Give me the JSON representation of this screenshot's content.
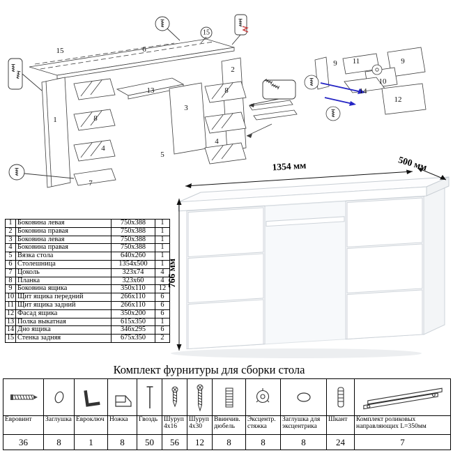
{
  "dimensions": {
    "width": "1354 мм",
    "depth": "500 мм",
    "height": "766 мм"
  },
  "exploded_labels": [
    "15",
    "6",
    "15",
    "2",
    "1",
    "8",
    "4",
    "13",
    "3",
    "8",
    "4",
    "7",
    "5"
  ],
  "drawer_labels": [
    "9",
    "11",
    "9",
    "10",
    "14",
    "12"
  ],
  "parts_table": {
    "rows": [
      {
        "num": "1",
        "name": "Боковина левая",
        "size": "750x388",
        "qty": "1"
      },
      {
        "num": "2",
        "name": "Боковина правая",
        "size": "750x388",
        "qty": "1"
      },
      {
        "num": "3",
        "name": "Боковина левая",
        "size": "750x388",
        "qty": "1"
      },
      {
        "num": "4",
        "name": "Боковина правая",
        "size": "750x388",
        "qty": "1"
      },
      {
        "num": "5",
        "name": "Вязка стола",
        "size": "640x260",
        "qty": "1"
      },
      {
        "num": "6",
        "name": "Столешница",
        "size": "1354x500",
        "qty": "1"
      },
      {
        "num": "7",
        "name": "Цоколь",
        "size": "323x74",
        "qty": "4"
      },
      {
        "num": "8",
        "name": "Планка",
        "size": "323x60",
        "qty": "4"
      },
      {
        "num": "9",
        "name": "Боковина ящика",
        "size": "350x110",
        "qty": "12"
      },
      {
        "num": "10",
        "name": "Щит ящика передний",
        "size": "266x110",
        "qty": "6"
      },
      {
        "num": "11",
        "name": "Щит ящика задний",
        "size": "266x110",
        "qty": "6"
      },
      {
        "num": "12",
        "name": "Фасад ящика",
        "size": "350x200",
        "qty": "6"
      },
      {
        "num": "13",
        "name": "Полка выкатная",
        "size": "615x350",
        "qty": "1"
      },
      {
        "num": "14",
        "name": "Дно ящика",
        "size": "346x295",
        "qty": "6"
      },
      {
        "num": "15",
        "name": "Стенка задняя",
        "size": "675x350",
        "qty": "2"
      }
    ]
  },
  "hardware": {
    "title": "Комплект фурнитуры для сборки стола",
    "items": [
      {
        "name": "Евровинт",
        "qty": "36"
      },
      {
        "name": "Заглушка",
        "qty": "8"
      },
      {
        "name": "Евроключ",
        "qty": "1"
      },
      {
        "name": "Ножка",
        "qty": "8"
      },
      {
        "name": "Гвоздь",
        "qty": "50"
      },
      {
        "name": "Шуруп 4x16",
        "qty": "56"
      },
      {
        "name": "Шуруп 4x30",
        "qty": "12"
      },
      {
        "name": "Ввинчив. дюбель",
        "qty": "8"
      },
      {
        "name": "Эксцентр. стяжка",
        "qty": "8"
      },
      {
        "name": "Заглушка для эксцентрика",
        "qty": "8"
      },
      {
        "name": "Шкант",
        "qty": "24"
      },
      {
        "name": "Комплект роликовых направляющих L=350мм",
        "qty": "7"
      }
    ]
  }
}
